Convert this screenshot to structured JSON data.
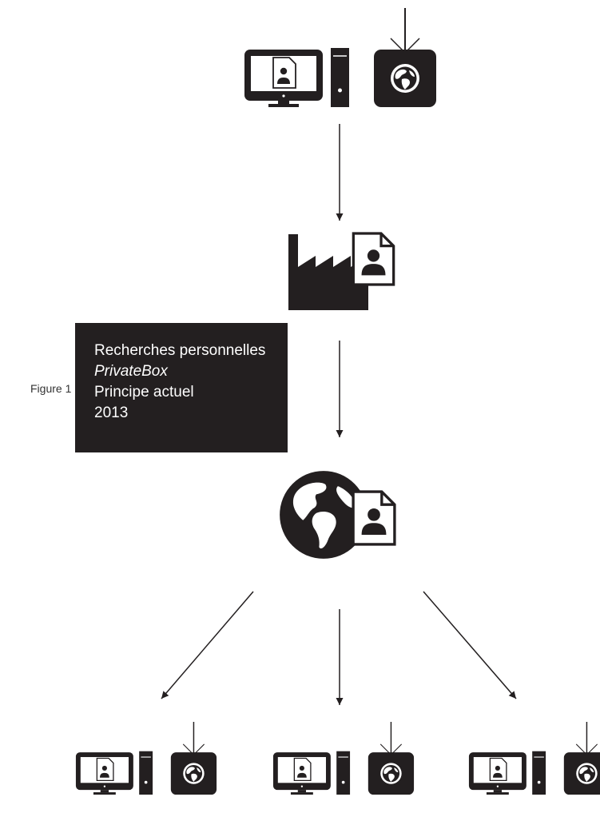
{
  "figure": {
    "label": "Figure 1"
  },
  "caption": {
    "line1": "Recherches personnelles",
    "line2": "PrivateBox",
    "line3": "Principe actuel",
    "line4": "2013"
  },
  "colors": {
    "ink": "#231f20",
    "background": "#ffffff",
    "caption_text": "#ffffff"
  },
  "icons": {
    "source_station": [
      "computer-icon",
      "document-person-icon",
      "tower-icon",
      "globe-router-icon"
    ],
    "factory": [
      "factory-icon",
      "document-person-icon"
    ],
    "internet": [
      "globe-icon",
      "document-person-icon"
    ],
    "destination_stations": [
      "computer-icon",
      "tower-icon",
      "globe-router-icon"
    ]
  }
}
